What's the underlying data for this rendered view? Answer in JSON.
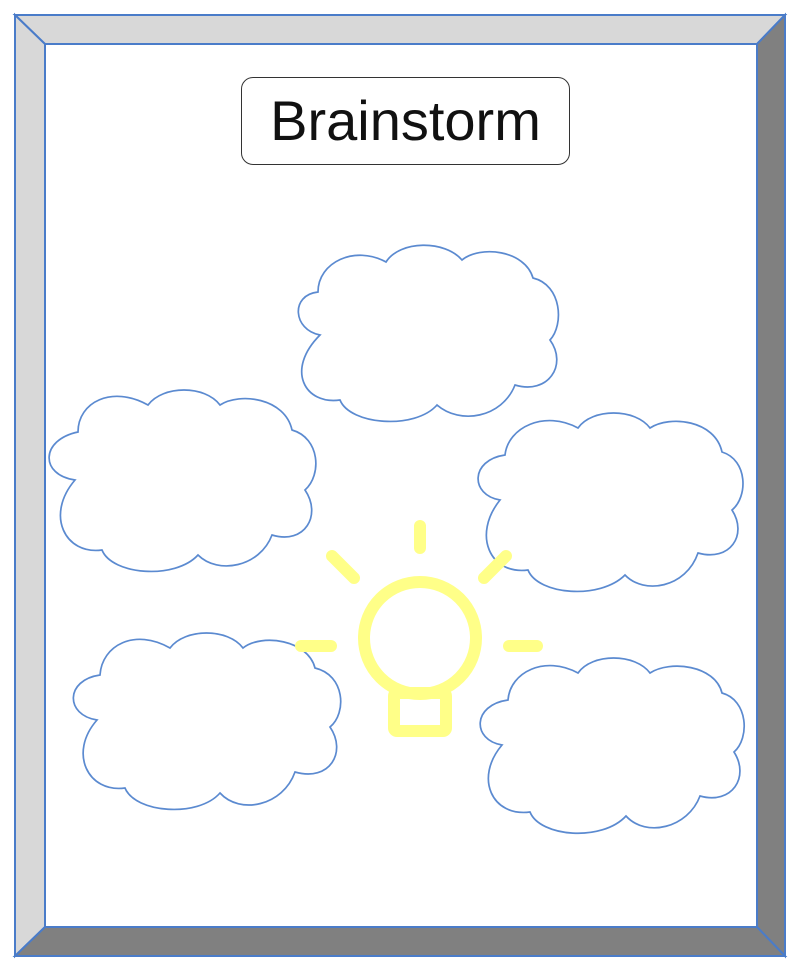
{
  "title": "Brainstorm",
  "colors": {
    "frame_outline": "#4a7cc9",
    "frame_bevel_top_left": "#d8d8d8",
    "frame_bevel_bottom_right": "#808080",
    "canvas": "#ffffff",
    "cloud_stroke": "#5b8ad0",
    "lightbulb": "#ffff88",
    "title_border": "#333333",
    "title_text": "#111111"
  },
  "icons": {
    "center": "lightbulb-icon",
    "idea_bubble": "cloud-shape"
  },
  "idea_clouds": [
    {
      "id": "top",
      "text": ""
    },
    {
      "id": "left",
      "text": ""
    },
    {
      "id": "right",
      "text": ""
    },
    {
      "id": "bottom-left",
      "text": ""
    },
    {
      "id": "bottom-right",
      "text": ""
    }
  ]
}
